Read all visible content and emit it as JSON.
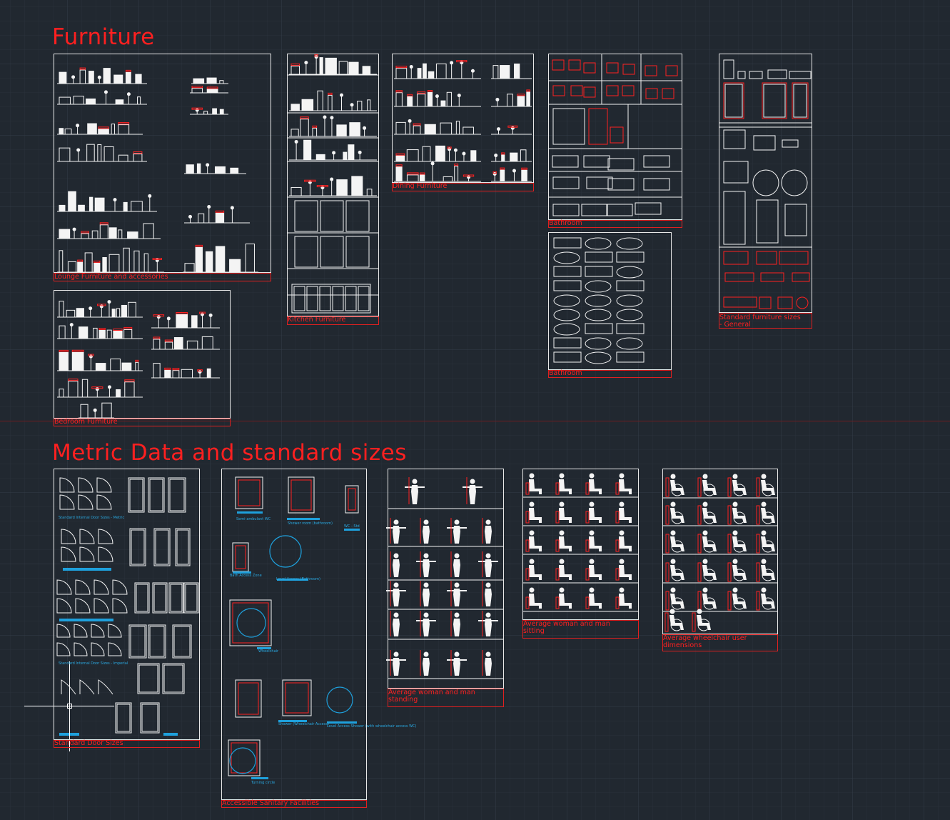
{
  "canvas": {
    "background": "#212830",
    "grid_minor_color": "#2a323b",
    "grid_major_color": "#33404b",
    "axis_color": "#7a1e22"
  },
  "colors": {
    "title": "#ff2020",
    "linework": "#f4f4f4",
    "annotation": "#ff2020",
    "dimension_fill": "#1ea0dc",
    "frame": "#e8e8e8"
  },
  "sections": {
    "furniture": {
      "title": "Furniture"
    },
    "metric": {
      "title": "Metric Data and standard sizes"
    }
  },
  "sheets": {
    "lounge": {
      "caption": "Lounge Furniture and accessories",
      "kind": "elevations"
    },
    "bedroom": {
      "caption": "Bedroom Furniture",
      "kind": "elevations"
    },
    "kitchen": {
      "caption": "Kitchen Furniture",
      "kind": "elevations"
    },
    "dining": {
      "caption": "Dining Furniture",
      "kind": "elevations"
    },
    "bathroom_plan": {
      "caption": "Bathroom",
      "kind": "plans"
    },
    "bathroom_elev": {
      "caption": "Bathroom",
      "kind": "plans"
    },
    "general": {
      "caption": "Standard furniture sizes\n- General",
      "kind": "plans"
    },
    "doors": {
      "caption": "Standard Door Sizes",
      "kind": "doors",
      "labels": [
        "Standard Internal Door Sizes - Metric",
        "Standard Internal Door Sizes - Imperial"
      ]
    },
    "sanitary": {
      "caption": "Accessible Sanitary Facilities",
      "kind": "sanitary",
      "labels": [
        "Semi-ambulant WC",
        "Shower room (bathroom)",
        "WC - Std",
        "Bath Access Zone",
        "Level Access (Bathroom)",
        "Wheelchair",
        "Shower (Wheelchair Access)",
        "Level Access Shower (with wheelchair access WC)",
        "Turning circle"
      ]
    },
    "standing": {
      "caption": "Average woman and man\nstanding",
      "kind": "figures"
    },
    "sitting": {
      "caption": "Average woman and man\nsitting",
      "kind": "figures"
    },
    "wheelchair": {
      "caption": "Average wheelchair user\ndimensions",
      "kind": "wheelchair"
    }
  }
}
